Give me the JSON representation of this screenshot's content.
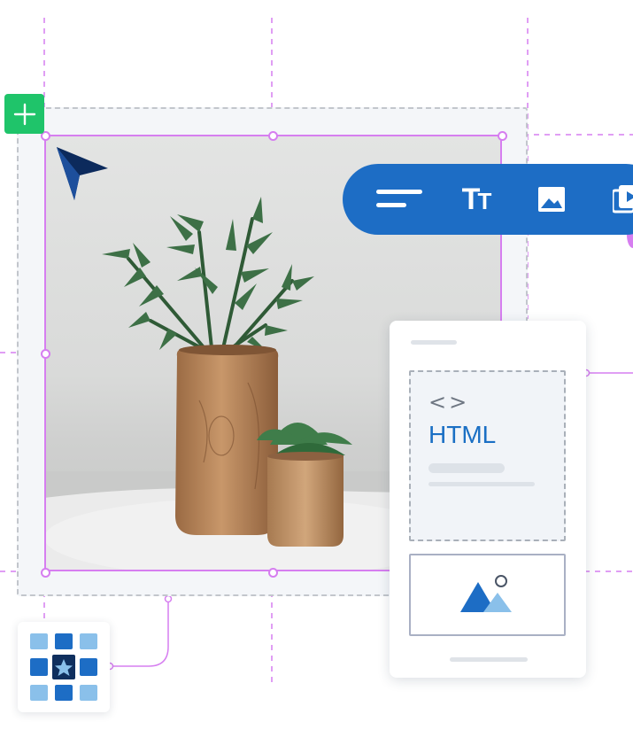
{
  "canvas": {
    "guide_color": "#d67ef0",
    "frame_border_color": "#c2c6cc",
    "add_button_color": "#1fc46a"
  },
  "toolbar": {
    "background": "#1d6dc5",
    "tools": [
      "text-align-icon",
      "text-size-icon",
      "image-icon",
      "video-gallery-icon"
    ],
    "text_size_glyph_large": "T",
    "text_size_glyph_small": "T"
  },
  "widget_card": {
    "html_block": {
      "code_glyph": "<>",
      "label": "HTML",
      "label_color": "#1a6fc4"
    },
    "image_block": {
      "icon": "mountain-image-icon",
      "colors": [
        "#1d6dc5",
        "#8ac0ea"
      ]
    }
  },
  "app_tile": {
    "icon": "app-grid-star-icon",
    "colors": [
      "#0f2f5e",
      "#1d6dc5",
      "#8ac0ea"
    ]
  },
  "cursor": {
    "icon": "navigation-arrow-icon",
    "color": "#0c2a5c"
  }
}
